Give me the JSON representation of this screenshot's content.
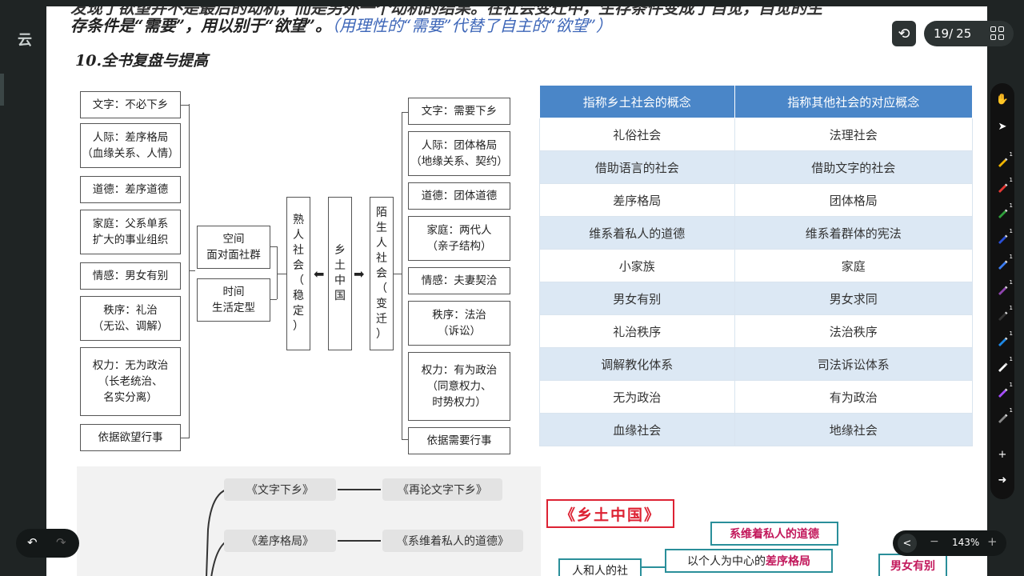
{
  "app": {
    "name": "云"
  },
  "slide": {
    "top_line_partial": "发现了欲望并不是最后的动机，而是另外一个动机的结果。在社会变迁中，生存条件变成了自觉，自觉的生",
    "top_line_bold": "存条件是“需要”，用以别于“欲望”。",
    "top_line_note": "（用理性的“需要”代替了自主的“欲望”）",
    "section_title": "10.全书复盘与提高",
    "left_items": [
      "文字：不必下乡",
      "人际：差序格局\n（血缘关系、人情）",
      "道德：差序道德",
      "家庭：父系单系\n扩大的事业组织",
      "情感：男女有别",
      "秩序：礼治\n（无讼、调解）",
      "权力：无为政治\n（长老统治、\n名实分离）",
      "依据欲望行事"
    ],
    "mid_items": [
      "空间\n面对面社群",
      "时间\n生活定型"
    ],
    "center": {
      "left_vertical": [
        "熟",
        "人",
        "社",
        "会",
        "（",
        "稳",
        "定",
        "）"
      ],
      "middle_vertical": [
        "乡",
        "土",
        "中",
        "国"
      ],
      "right_vertical": [
        "陌",
        "生",
        "人",
        "社",
        "会",
        "（",
        "变",
        "迁",
        "）"
      ],
      "arrow_left": "⬅",
      "arrow_right": "➡"
    },
    "right_items": [
      "文字：需要下乡",
      "人际：团体格局\n（地缘关系、契约）",
      "道德：团体道德",
      "家庭：两代人\n（亲子结构）",
      "情感：夫妻契洽",
      "秩序：法治\n（诉讼）",
      "权力：有为政治\n（同意权力、\n时势权力）",
      "依据需要行事"
    ],
    "table": {
      "headers": [
        "指称乡土社会的概念",
        "指称其他社会的对应概念"
      ],
      "rows": [
        [
          "礼俗社会",
          "法理社会"
        ],
        [
          "借助语言的社会",
          "借助文字的社会"
        ],
        [
          "差序格局",
          "团体格局"
        ],
        [
          "维系着私人的道德",
          "维系着群体的宪法"
        ],
        [
          "小家族",
          "家庭"
        ],
        [
          "男女有别",
          "男女求同"
        ],
        [
          "礼治秩序",
          "法治秩序"
        ],
        [
          "调解教化体系",
          "司法诉讼体系"
        ],
        [
          "无为政治",
          "有为政治"
        ],
        [
          "血缘社会",
          "地缘社会"
        ]
      ]
    },
    "chapters": {
      "a1": "《文字下乡》",
      "a2": "《再论文字下乡》",
      "b1": "《差序格局》",
      "b2": "《系维着私人的道德》"
    },
    "mindmap": {
      "title": "《乡土中国》",
      "node1": "系维着私人的道德",
      "node2_prefix": "以个人为中心的",
      "node2_highlight": "差序格局",
      "node3": "人和人的社",
      "node4": "男女有别"
    }
  },
  "pager": {
    "current": "19",
    "separator": "/",
    "total": "25"
  },
  "zoom": {
    "value": "143%"
  },
  "toolbar_colors": [
    "#f0b400",
    "#e53935",
    "#2e9e3a",
    "#2a4fd6",
    "#3b7cf0",
    "#8e44ad",
    "#333333",
    "#1e88e5",
    "#ffffff",
    "#a64dff",
    "#888888"
  ]
}
